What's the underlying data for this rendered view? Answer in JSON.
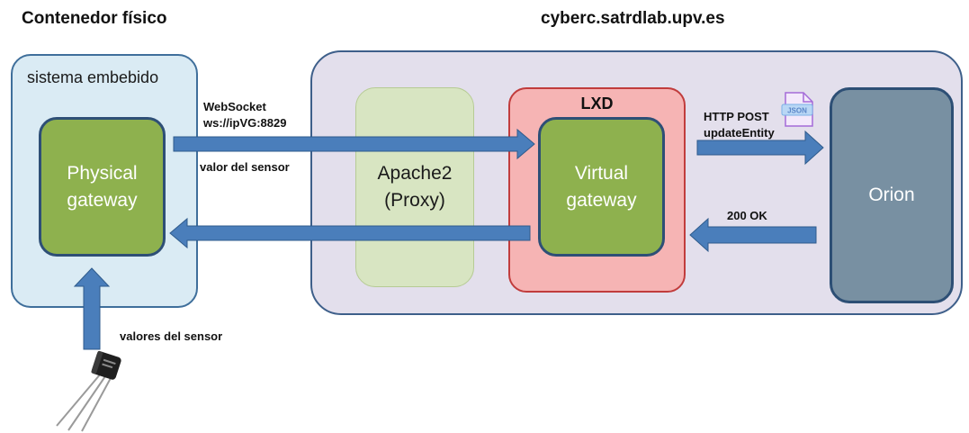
{
  "titles": {
    "left": "Contenedor físico",
    "right": "cyberc.satrdlab.upv.es"
  },
  "physical_container": {
    "label": "sistema embebido",
    "physical_gateway_line1": "Physical",
    "physical_gateway_line2": "gateway"
  },
  "server": {
    "apache_line1": "Apache2",
    "apache_line2": "(Proxy)",
    "lxd_label": "LXD",
    "virtual_gateway_line1": "Virtual",
    "virtual_gateway_line2": "gateway",
    "orion_label": "Orion"
  },
  "arrows": {
    "websocket_line1": "WebSocket",
    "websocket_line2": "ws://ipVG:8829",
    "sensor_value": "valor del sensor",
    "http_post_line1": "HTTP POST",
    "http_post_line2": "updateEntity",
    "response": "200 OK",
    "sensor_values": "valores del sensor"
  },
  "icons": {
    "json_file": "json-file-icon",
    "sensor": "temperature-sensor-icon"
  },
  "colors": {
    "arrow": "#4a7ebb",
    "arrow_border": "#2f5b8c",
    "green_box": "#8eb14e",
    "orion": "#7890a2",
    "lxd": "#f6b4b4",
    "physical_region": "#daebf4",
    "server_region": "#e3dfec"
  }
}
